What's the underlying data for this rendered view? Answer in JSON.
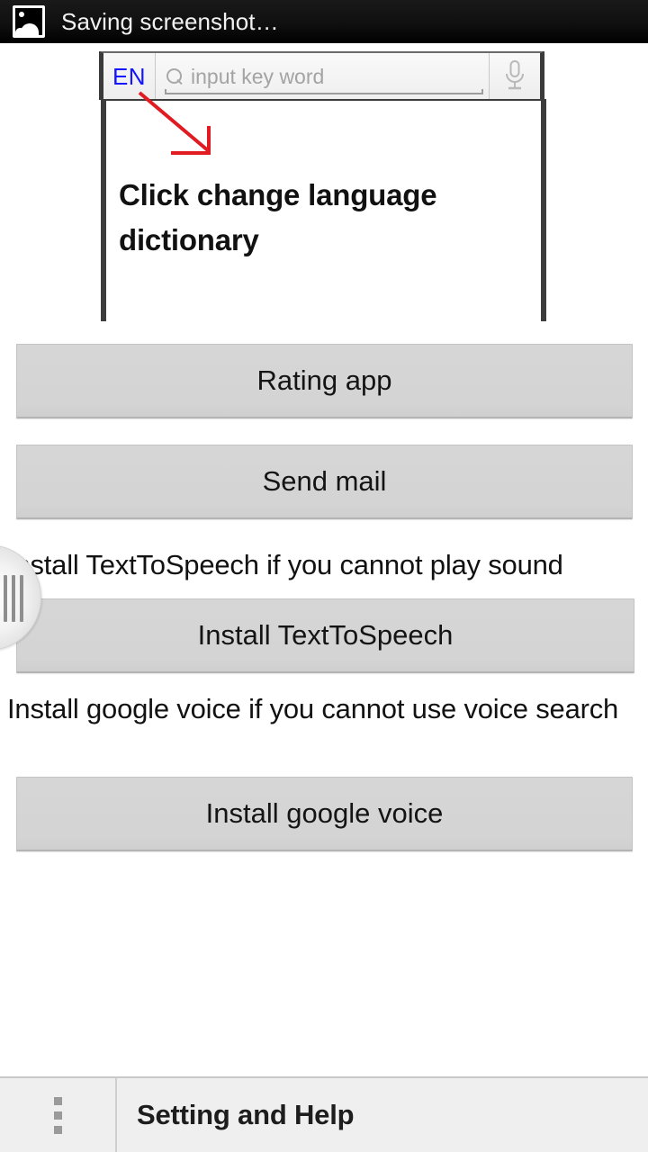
{
  "statusbar": {
    "icon": "image-screenshot-icon",
    "text": "Saving screenshot…"
  },
  "search": {
    "language_label": "EN",
    "placeholder": "input key word",
    "value": "",
    "search_icon": "search-icon",
    "mic_icon": "microphone-icon"
  },
  "result_card": {
    "headline": "Click change language dictionary",
    "annotation": {
      "type": "arrow",
      "color": "#e01b22",
      "points_to": "language-button"
    }
  },
  "actions": {
    "rating_label": "Rating app",
    "send_mail_label": "Send mail",
    "tts_hint": "Install TextToSpeech if you cannot play sound",
    "tts_label": "Install TextToSpeech",
    "gvoice_hint": "Install google voice if you cannot use voice search",
    "gvoice_label": "Install google voice"
  },
  "drawer": {
    "handle_icon": "drawer-grip-handle"
  },
  "bottombar": {
    "overflow_icon": "overflow-menu-icon",
    "title": "Setting and Help"
  },
  "colors": {
    "accent_language": "#1414ff",
    "annotation_red": "#e01b22",
    "button_face": "#d4d4d4",
    "statusbar_bg": "#000000",
    "bottombar_bg": "#efefef"
  }
}
